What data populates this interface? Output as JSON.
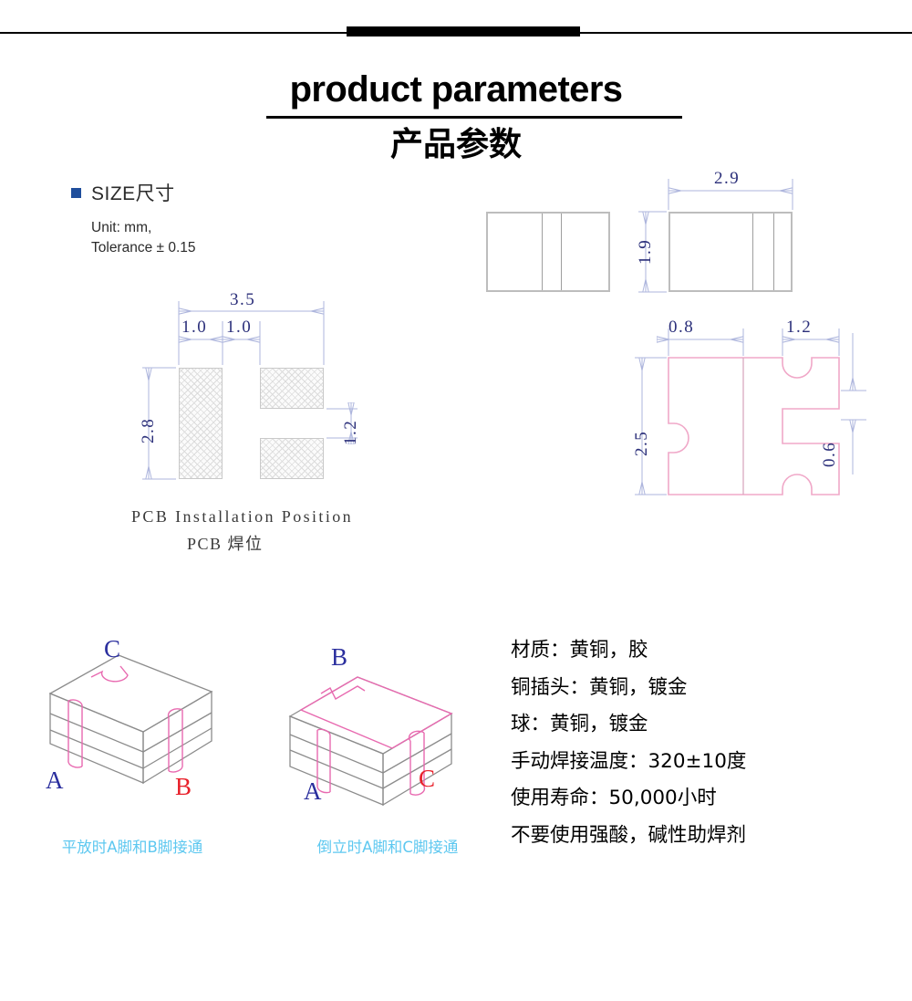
{
  "header": {
    "title_en": "product parameters",
    "title_cn": "产品参数"
  },
  "size_block": {
    "bullet_icon": "square-bullet-icon",
    "title": "SIZE尺寸",
    "unit_line": "Unit: mm,\nTolerance ± 0.15"
  },
  "pcb_drawing": {
    "caption_en": "PCB Installation Position",
    "caption_cn": "PCB 焊位",
    "dimensions": {
      "total_width": "3.5",
      "pad_width_left": "1.0",
      "gap_width": "1.0",
      "total_height": "2.8",
      "pad_height_right": "1.2"
    }
  },
  "side_views": {
    "width": "2.9",
    "height": "1.9"
  },
  "bottom_view": {
    "dim_left": "0.8",
    "dim_right": "1.2",
    "dim_height": "2.5",
    "dim_notch": "0.6"
  },
  "iso_views": [
    {
      "label_top": "C",
      "label_left": "A",
      "label_right": "B",
      "caption": "平放时A脚和B脚接通"
    },
    {
      "label_top": "B",
      "label_left": "A",
      "label_right": "C",
      "caption": "倒立时A脚和C脚接通"
    }
  ],
  "specs": [
    "材质：黄铜，胶",
    "铜插头：黄铜，镀金",
    "球：黄铜，镀金",
    "手动焊接温度：320±10度",
    "使用寿命：50,000小时",
    "不要使用强酸，碱性助焊剂"
  ],
  "colors": {
    "accent_blue": "#1f4e9c",
    "dimension_blue": "#2b2f7a",
    "outline_pink": "#f0a8c8",
    "outline_gray": "#bdbdbd",
    "caption_cyan": "#5ec8f0",
    "label_red": "#e8202a"
  }
}
